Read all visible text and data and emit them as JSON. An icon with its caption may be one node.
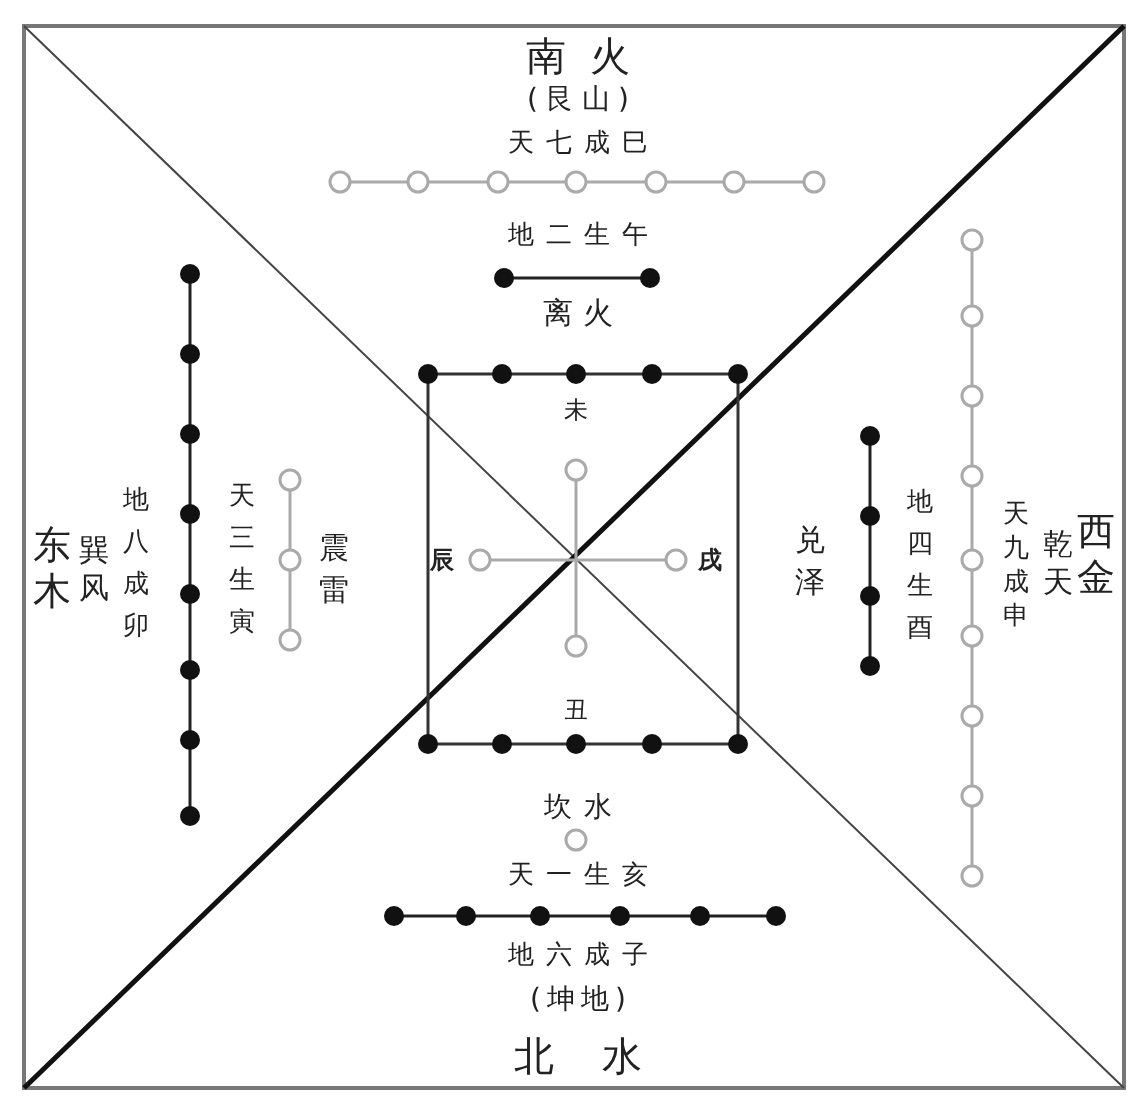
{
  "diagram": {
    "labels": [
      "南火",
      "(艮山)",
      "天七成巳",
      "地二生午",
      "离火",
      "未",
      "东木",
      "巽风",
      "地八成卯",
      "天三生寅",
      "震雷",
      "辰",
      "戌",
      "兑泽",
      "地四生酉",
      "天九成申",
      "乾天",
      "西金",
      "丑",
      "坎水",
      "天一生亥",
      "地六成子",
      "(坤地)",
      "北水"
    ]
  }
}
